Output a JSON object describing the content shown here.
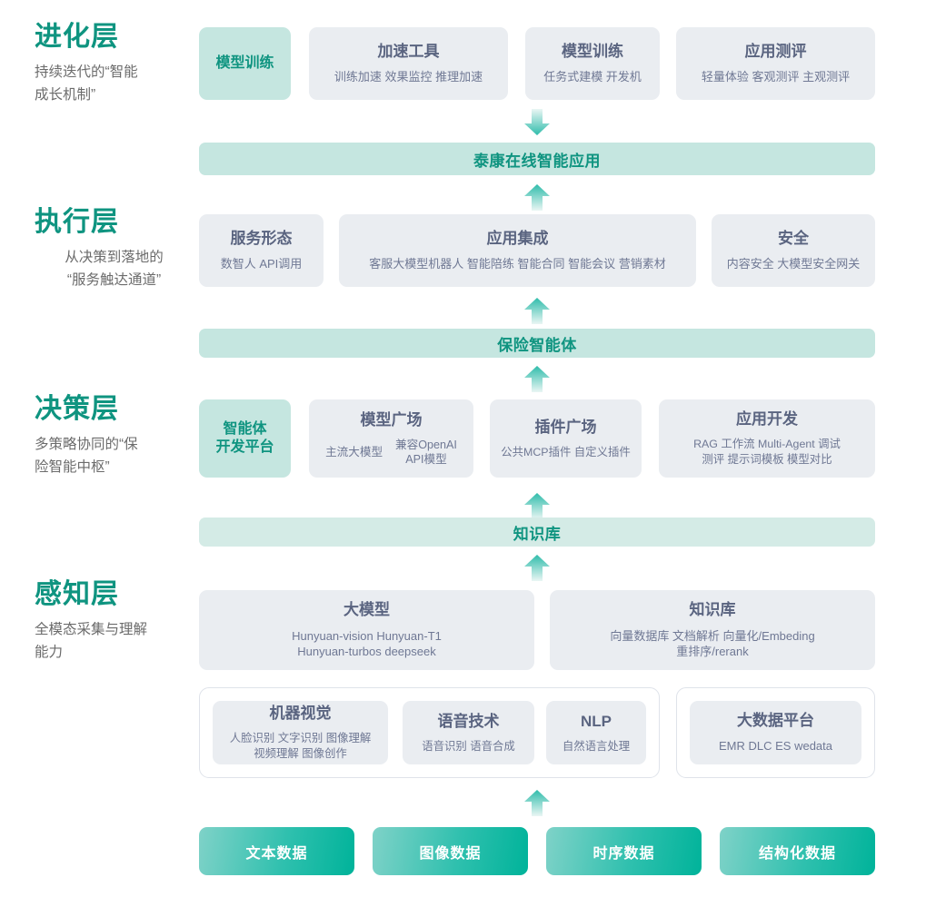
{
  "colors": {
    "accent_teal": "#0f9480",
    "card_grey": "#eaedf1",
    "card_teal": "#c5e6e0",
    "band_teal": "#c5e6e0",
    "text_grey": "#5a6480",
    "pill_gradient_from": "#7fd2c8",
    "pill_gradient_to": "#00b39a"
  },
  "layers": [
    {
      "id": "evolution",
      "title": "进化层",
      "desc": "持续迭代的“智能\n成长机制”",
      "desc_line1": "持续迭代的“智能",
      "desc_line2": "成长机制”",
      "align": "left"
    },
    {
      "id": "execution",
      "title": "执行层",
      "desc_line1": "从决策到落地的",
      "desc_line2": "“服务触达通道”",
      "align": "center"
    },
    {
      "id": "decision",
      "title": "决策层",
      "desc_line1": "多策略协同的“保",
      "desc_line2": "险智能中枢”",
      "align": "left"
    },
    {
      "id": "perception",
      "title": "感知层",
      "desc_line1": "全模态采集与理解",
      "desc_line2": "能力",
      "align": "left"
    }
  ],
  "evolution_row": [
    {
      "title": "模型训练",
      "sub": "",
      "highlight": true
    },
    {
      "title": "加速工具",
      "sub": "训练加速 效果监控 推理加速",
      "highlight": false
    },
    {
      "title": "模型训练",
      "sub": "任务式建模 开发机",
      "highlight": false
    },
    {
      "title": "应用测评",
      "sub": "轻量体验 客观测评 主观测评",
      "highlight": false
    }
  ],
  "band_application": "泰康在线智能应用",
  "execution_row": [
    {
      "title": "服务形态",
      "sub": "数智人 API调用"
    },
    {
      "title": "应用集成",
      "sub": "客服大模型机器人 智能陪练 智能合同 智能会议 营销素材"
    },
    {
      "title": "安全",
      "sub": "内容安全 大模型安全网关"
    }
  ],
  "band_agent": "保险智能体",
  "decision_row": [
    {
      "title_line1": "智能体",
      "title_line2": "开发平台",
      "highlight": true
    },
    {
      "title": "模型广场",
      "sub_col1": "主流大模型",
      "sub_col2_line1": "兼容OpenAI",
      "sub_col2_line2": "API模型",
      "two_cols": true
    },
    {
      "title": "插件广场",
      "sub": "公共MCP插件 自定义插件"
    },
    {
      "title": "应用开发",
      "sub_line1": "RAG 工作流 Multi-Agent 调试",
      "sub_line2": "测评 提示词模板 模型对比"
    }
  ],
  "band_knowledge": "知识库",
  "perception_top_row": [
    {
      "title": "大模型",
      "sub_line1": "Hunyuan-vision Hunyuan-T1",
      "sub_line2": "Hunyuan-turbos deepseek"
    },
    {
      "title": "知识库",
      "sub_line1": "向量数据库 文档解析 向量化/Embeding",
      "sub_line2": "重排序/rerank"
    }
  ],
  "perception_bottom_left": [
    {
      "title": "机器视觉",
      "sub_line1": "人脸识别 文字识别 图像理解",
      "sub_line2": "视频理解 图像创作"
    },
    {
      "title": "语音技术",
      "sub_line1": "语音识别 语音合成",
      "sub_line2": ""
    },
    {
      "title": "NLP",
      "sub_line1": "自然语言处理",
      "sub_line2": ""
    }
  ],
  "perception_bottom_right": [
    {
      "title": "大数据平台",
      "sub_line1": "EMR DLC ES wedata",
      "sub_line2": ""
    }
  ],
  "data_sources": [
    {
      "label": "文本数据"
    },
    {
      "label": "图像数据"
    },
    {
      "label": "时序数据"
    },
    {
      "label": "结构化数据"
    }
  ],
  "arrows": [
    {
      "name": "arrow-down-to-application",
      "direction": "down"
    },
    {
      "name": "arrow-up-to-application",
      "direction": "up"
    },
    {
      "name": "arrow-up-to-agent",
      "direction": "up"
    },
    {
      "name": "arrow-up-to-knowledge",
      "direction": "up"
    },
    {
      "name": "arrow-up-from-perception",
      "direction": "up"
    },
    {
      "name": "arrow-up-from-data-sources",
      "direction": "up"
    }
  ]
}
